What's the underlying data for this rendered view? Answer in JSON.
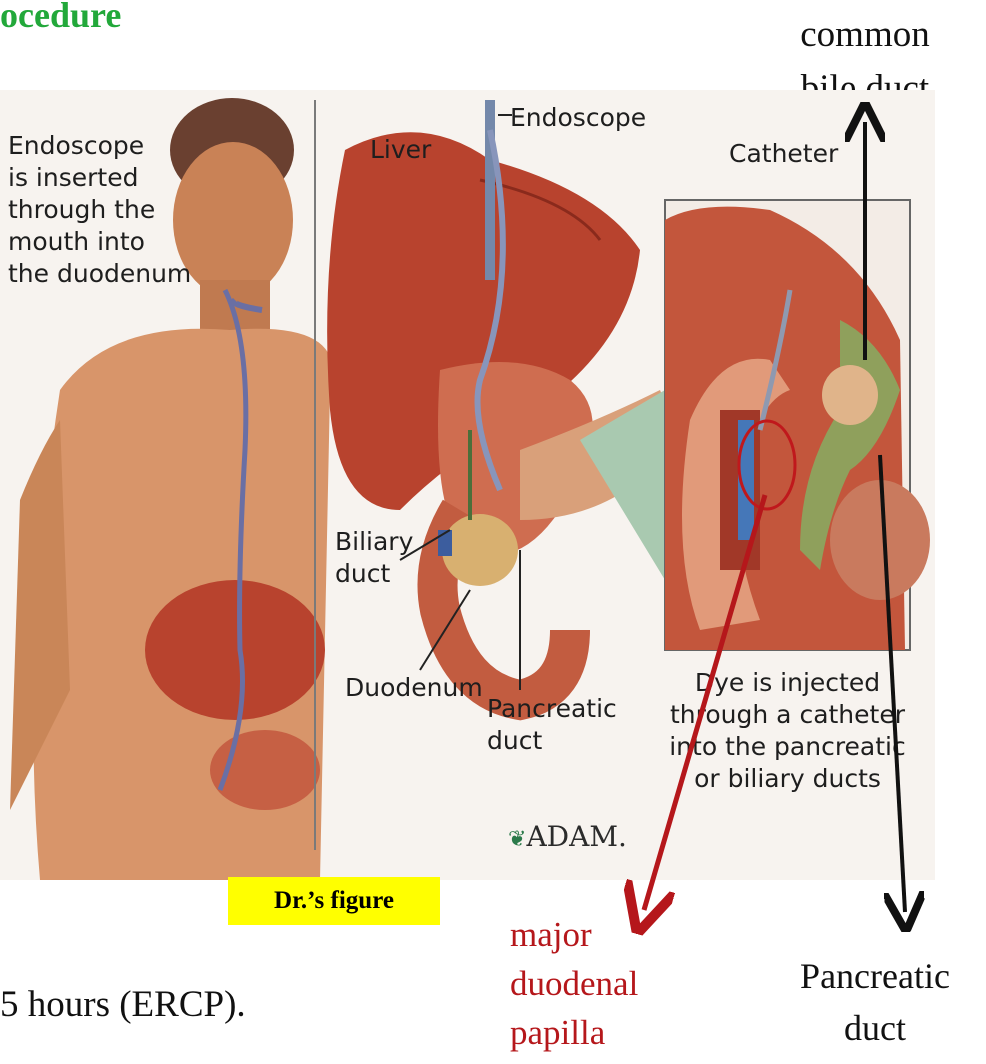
{
  "title_fragment": "ocedure",
  "figure": {
    "panel1_caption": "Endoscope\nis inserted\nthrough the\nmouth into\nthe duodenum",
    "label_liver": "Liver",
    "label_endoscope": "Endoscope",
    "label_biliary_duct": "Biliary\nduct",
    "label_duodenum": "Duodenum",
    "label_pancreatic_duct": "Pancreatic\nduct",
    "label_catheter": "Catheter",
    "panel3_caption": "Dye is injected\nthrough a catheter\ninto the pancreatic\nor biliary ducts",
    "brand_logo": "ADAM."
  },
  "badge_text": "Dr.’s figure",
  "annotations": {
    "common_bile_duct": "common\nbile duct",
    "major_duodenal_papilla": "major\nduodenal\npapilla",
    "pancreatic_duct": "Pancreatic\nduct"
  },
  "bottom_text": "5 hours (ERCP).",
  "colors": {
    "title_green": "#22a83a",
    "annotation_red": "#b5171b",
    "badge_yellow": "#ffff00",
    "liver_red": "#b8432e",
    "pancreas_tan": "#d9a07a",
    "skin": "#d8956a"
  }
}
